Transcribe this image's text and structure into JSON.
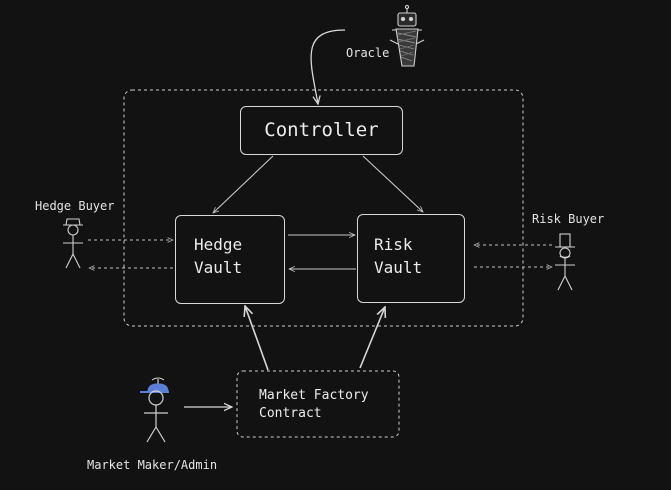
{
  "nodes": {
    "controller": {
      "label": "Controller"
    },
    "hedge_vault": {
      "label": "Hedge\nVault"
    },
    "risk_vault": {
      "label": "Risk\nVault"
    },
    "market_factory": {
      "label": "Market Factory\nContract"
    }
  },
  "actors": {
    "oracle": {
      "label": "Oracle",
      "icon": "robot-icon"
    },
    "hedge_buyer": {
      "label": "Hedge Buyer",
      "icon": "stick-figure-hat-icon"
    },
    "risk_buyer": {
      "label": "Risk Buyer",
      "icon": "stick-figure-top-hat-icon"
    },
    "market_maker": {
      "label": "Market Maker/Admin",
      "icon": "stick-figure-propeller-cap-icon"
    }
  },
  "colors": {
    "background": "#121212",
    "stroke": "#d8d8d8",
    "propeller_cap": "#5b7fd8"
  }
}
